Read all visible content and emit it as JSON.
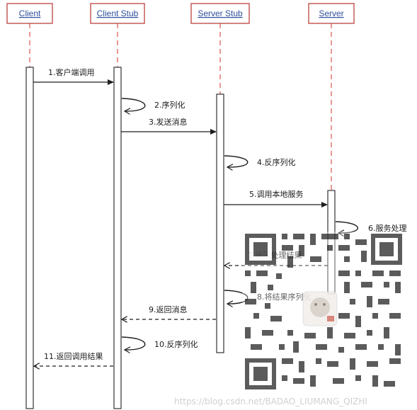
{
  "participants": [
    {
      "id": "client",
      "label": "Client"
    },
    {
      "id": "client_stub",
      "label": "Client Stub"
    },
    {
      "id": "server_stub",
      "label": "Server Stub"
    },
    {
      "id": "server",
      "label": "Server"
    }
  ],
  "messages": [
    {
      "label": "1.客户端调用",
      "kind": "call"
    },
    {
      "label": "2.序列化",
      "kind": "self"
    },
    {
      "label": "3.发送消息",
      "kind": "call"
    },
    {
      "label": "4.反序列化",
      "kind": "self"
    },
    {
      "label": "5.调用本地服务",
      "kind": "call"
    },
    {
      "label": "6.服务处理",
      "kind": "self"
    },
    {
      "label": "7.返回处理结果",
      "kind": "return"
    },
    {
      "label": "8.将结果序列化",
      "kind": "self"
    },
    {
      "label": "9.返回消息",
      "kind": "return"
    },
    {
      "label": "10.反序列化",
      "kind": "self"
    },
    {
      "label": "11.返回调用结果",
      "kind": "return"
    }
  ],
  "watermark": "https://blog.csdn.net/BADAO_LIUMANG_QIZHI",
  "colors": {
    "participant_border": "#c0504d",
    "participant_text": "#2e4f9c",
    "lifeline": "#d9534f",
    "arrow": "#1f1f1f"
  }
}
